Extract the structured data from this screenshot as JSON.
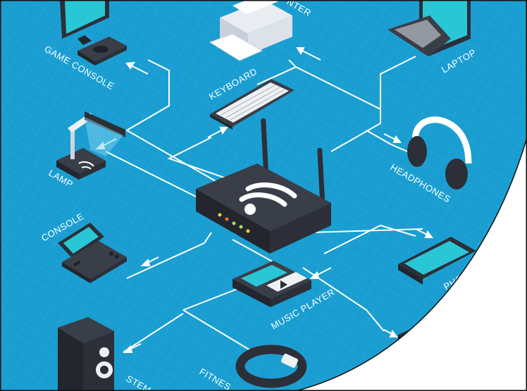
{
  "diagram": {
    "hub": {
      "name": "Wi-Fi router"
    },
    "devices": [
      {
        "id": "game-console",
        "label": "GAME CONSOLE"
      },
      {
        "id": "printer",
        "label": "PRINTER"
      },
      {
        "id": "laptop",
        "label": "LAPTOP"
      },
      {
        "id": "keyboard",
        "label": "KEYBOARD"
      },
      {
        "id": "lamp",
        "label": "LAMP"
      },
      {
        "id": "headphones",
        "label": "HEADPHONES"
      },
      {
        "id": "console",
        "label": "CONSOLE"
      },
      {
        "id": "phone",
        "label": "PHONE"
      },
      {
        "id": "music-player",
        "label": "MUSIC PLAYER"
      },
      {
        "id": "fitness",
        "label": "FITNESS"
      },
      {
        "id": "system",
        "label": "SYSTEM"
      }
    ],
    "visible_labels": {
      "game_console": "GAME CONSOLE",
      "printer": "NTER",
      "laptop": "LAPTOP",
      "keyboard": "KEYBOARD",
      "lamp": "LAMP",
      "headphones": "HEADPHONES",
      "console": "CONSOLE",
      "phone": "PHONE",
      "music_player": "MUSIC PLAYER",
      "fitness": "FITNES",
      "system": "STEM"
    }
  },
  "colors": {
    "background": "#1a9ed1",
    "grid": "#47b4df",
    "line": "#ffffff",
    "device_dark": "#2c2f38",
    "screen": "#29c6d6",
    "outer": "#ffffff"
  }
}
